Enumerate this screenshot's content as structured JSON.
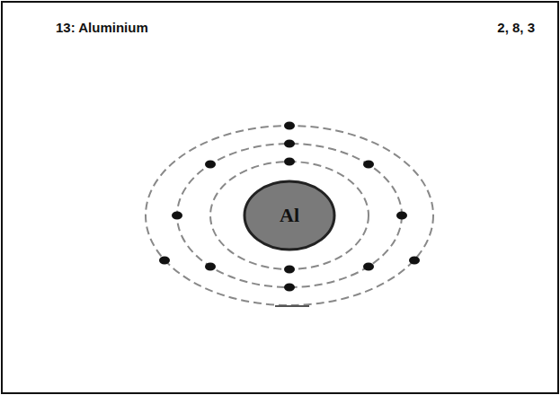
{
  "diagram": {
    "title": "13: Aluminium",
    "nodes": [
      {
        "text": [
          "Al"
        ]
      }
    ],
    "labels": [
      "2, 8, 3"
    ]
  }
}
